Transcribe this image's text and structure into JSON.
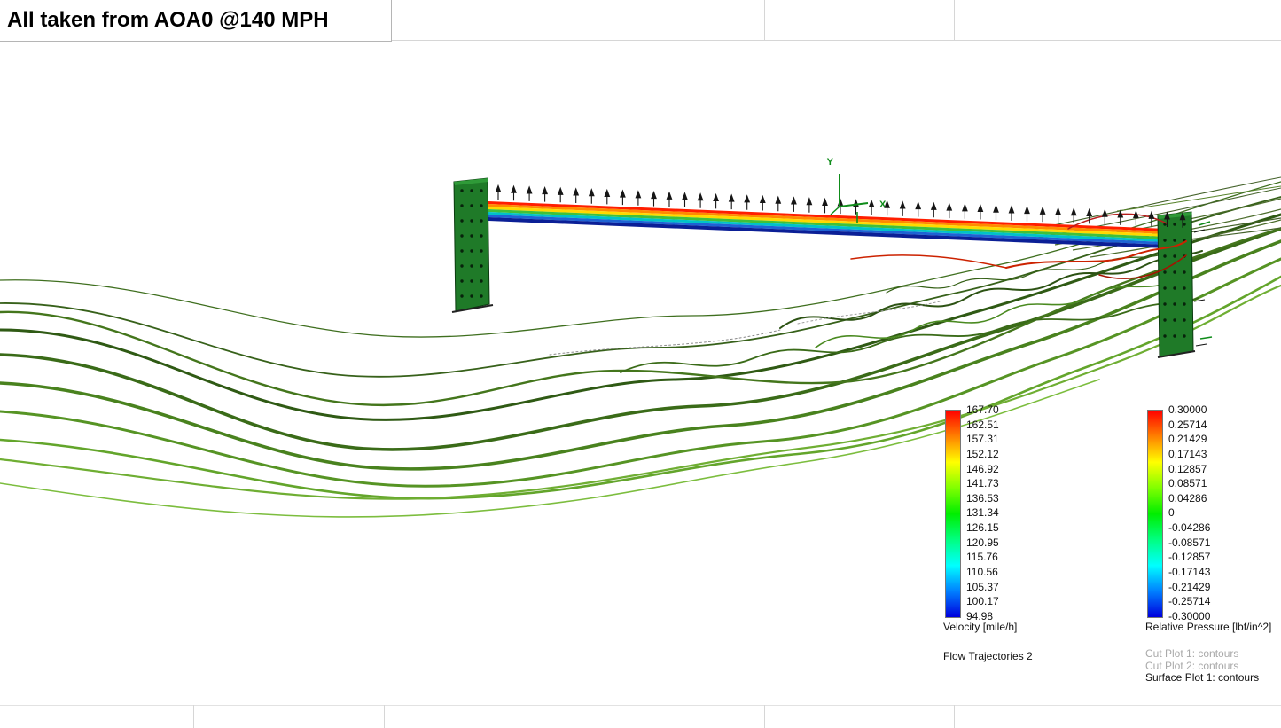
{
  "title": "All taken from AOA0 @140 MPH",
  "viewport": {
    "triad": {
      "y_label": "Y",
      "x_label": "X"
    }
  },
  "velocity_legend": {
    "values": [
      "167.70",
      "162.51",
      "157.31",
      "152.12",
      "146.92",
      "141.73",
      "136.53",
      "131.34",
      "126.15",
      "120.95",
      "115.76",
      "110.56",
      "105.37",
      "100.17",
      "94.98"
    ],
    "unit_label": "Velocity [mile/h]",
    "caption": "Flow Trajectories 2"
  },
  "pressure_legend": {
    "values": [
      "0.30000",
      "0.25714",
      "0.21429",
      "0.17143",
      "0.12857",
      "0.08571",
      "0.04286",
      "0",
      "-0.04286",
      "-0.08571",
      "-0.12857",
      "-0.17143",
      "-0.21429",
      "-0.25714",
      "-0.30000"
    ],
    "unit_label": "Relative Pressure [lbf/in^2]",
    "captions": [
      {
        "text": "Cut Plot 1: contours",
        "muted": true
      },
      {
        "text": "Cut Plot 2: contours",
        "muted": true
      },
      {
        "text": "Surface Plot 1: contours",
        "muted": false
      }
    ]
  },
  "legend_colors": {
    "scale": [
      "#ff0000",
      "#ff8000",
      "#ffff00",
      "#80ff00",
      "#00ee00",
      "#00ff80",
      "#00ffff",
      "#0080ff",
      "#0000dd"
    ]
  }
}
